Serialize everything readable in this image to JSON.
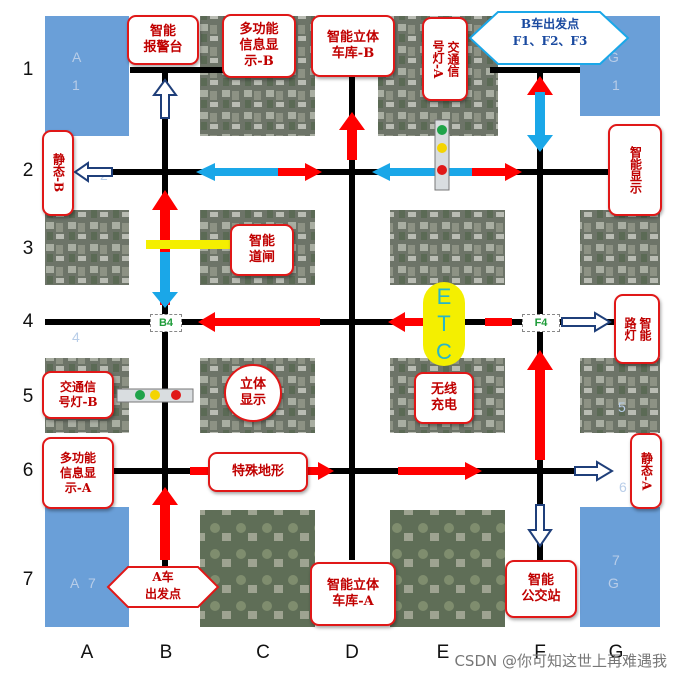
{
  "rows": [
    "1",
    "2",
    "3",
    "4",
    "5",
    "6",
    "7"
  ],
  "columns": [
    "A",
    "B",
    "C",
    "D",
    "E",
    "F",
    "G"
  ],
  "labels": {
    "alarm": "智能\n报警台",
    "info_b": "多功能\n信息显\n示-B",
    "garage_b": "智能立体\n车库-B",
    "traffic_light_a": "交通信\n号灯-A",
    "b_car_start": "B车出发点\nF1、F2、F3",
    "static_b": "静态-B",
    "smart_display": "智能显示",
    "barrier": "智能\n道闸",
    "streetlight": "智能\n路灯",
    "traffic_light_b": "交通信\n号灯-B",
    "stereo_display": "立体\n显示",
    "wireless_charge": "无线\n充电",
    "info_a": "多功能\n信息显\n示-A",
    "terrain": "特殊地形",
    "static_a": "静态-A",
    "a_car_start": "A车\n出发点",
    "garage_a": "智能立体\n车库-A",
    "bus_stop": "智能\n公交站"
  },
  "etc_letters": [
    "E",
    "T",
    "C"
  ],
  "tags": {
    "b4": "B4",
    "f4": "F4"
  },
  "corner_marks": {
    "a1": "A",
    "a1n": "1",
    "g1": "G",
    "g1n": "1",
    "a7": "A",
    "a7n": "7",
    "g7": "G",
    "g7n": "7",
    "a4n": "4",
    "g6n": "6",
    "g5n": "5",
    "a2n": "2"
  },
  "watermark": "CSDN @你可知这世上再难遇我",
  "colors": {
    "road": "#000000",
    "red_arrow": "#ff0000",
    "blue_arrow": "#1aa7e8",
    "corner": "#6a9fd8",
    "label_border": "#e01818",
    "etc": "#f4ef00"
  }
}
